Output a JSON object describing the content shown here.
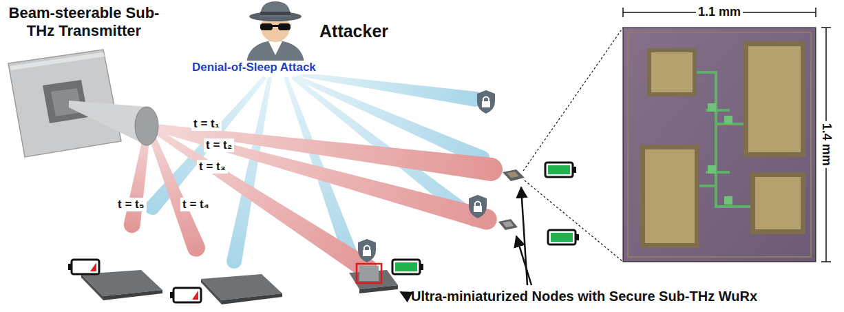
{
  "diagram": {
    "labels": [
      "Beam-steerable Sub-THz Transmitter",
      "Attacker",
      "Denial-of-Sleep Attack",
      "t = t₁",
      "t = t₂",
      "t = t₃",
      "t = t₄",
      "t = t₅",
      "Ultra-miniaturized Nodes with Secure Sub-THz WuRx",
      "1.1 mm",
      "1.4 mm"
    ]
  }
}
